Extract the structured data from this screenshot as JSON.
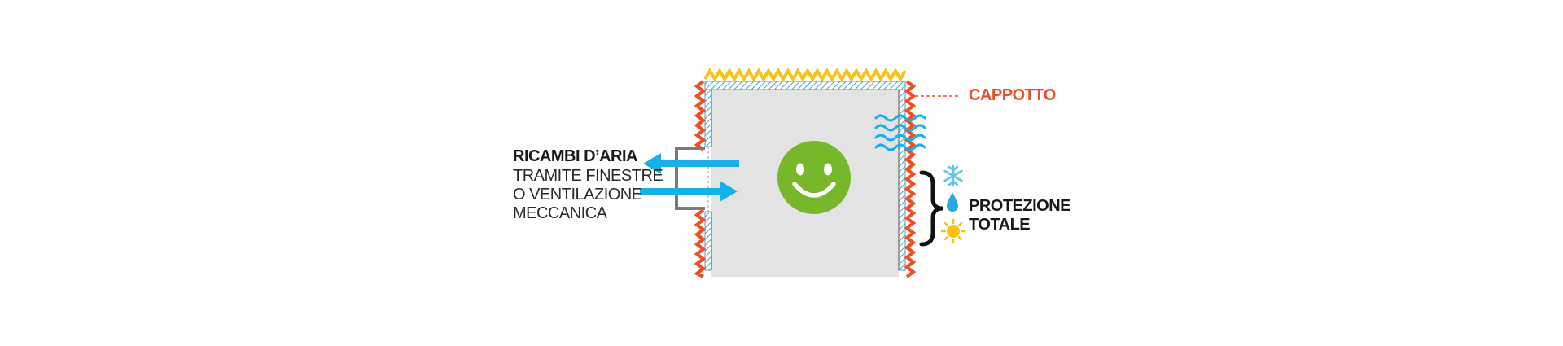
{
  "labels": {
    "air_exchange_title": "RICAMBI D’ARIA",
    "air_exchange_line1": "TRAMITE FINESTRE",
    "air_exchange_line2": "O VENTILAZIONE",
    "air_exchange_line3": "MECCANICA",
    "insulation_label": "CAPPOTTO",
    "protection_line1": "PROTEZIONE",
    "protection_line2": "TOTALE"
  },
  "icons": {
    "smiley": "smiley-face-icon",
    "snowflake": "snowflake-icon",
    "water_drop": "water-drop-icon",
    "sun": "sun-icon",
    "heat_waves": "heat-waves-icon"
  },
  "colors": {
    "insulation_orange": "#ef4e24",
    "roof_yellow": "#f7c21b",
    "wall_hatch_blue": "#4fa3c7",
    "arrow_blue": "#17b0e8",
    "room_gray": "#e3e3e3",
    "smiley_green": "#76b82a",
    "window_frame_gray": "#7a7a7a",
    "text_dark": "#1a1a1a"
  }
}
